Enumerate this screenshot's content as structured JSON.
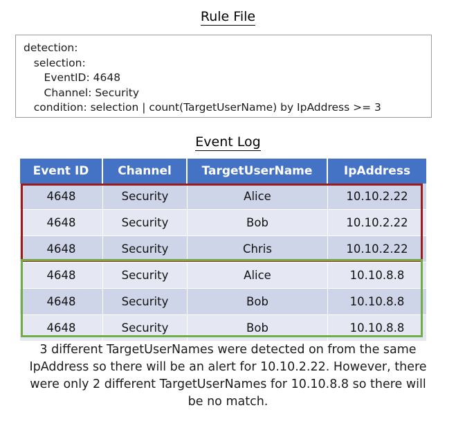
{
  "rule_section": {
    "title": "Rule File",
    "lines": [
      "detection:",
      "   selection:",
      "      EventID: 4648",
      "      Channel: Security",
      "   condition: selection | count(TargetUserName) by IpAddress >= 3"
    ]
  },
  "log_section": {
    "title": "Event Log",
    "columns": [
      "Event ID",
      "Channel",
      "TargetUserName",
      "IpAddress"
    ],
    "rows": [
      {
        "event_id": "4648",
        "channel": "Security",
        "target_user_name": "Alice",
        "ip_address": "10.10.2.22"
      },
      {
        "event_id": "4648",
        "channel": "Security",
        "target_user_name": "Bob",
        "ip_address": "10.10.2.22"
      },
      {
        "event_id": "4648",
        "channel": "Security",
        "target_user_name": "Chris",
        "ip_address": "10.10.2.22"
      },
      {
        "event_id": "4648",
        "channel": "Security",
        "target_user_name": "Alice",
        "ip_address": "10.10.8.8"
      },
      {
        "event_id": "4648",
        "channel": "Security",
        "target_user_name": "Bob",
        "ip_address": "10.10.8.8"
      },
      {
        "event_id": "4648",
        "channel": "Security",
        "target_user_name": "Bob",
        "ip_address": "10.10.8.8"
      }
    ],
    "highlights": [
      {
        "name": "match-group",
        "color": "#9E1B1B",
        "rows": [
          0,
          1,
          2
        ]
      },
      {
        "name": "no-match-group",
        "color": "#70AD47",
        "rows": [
          3,
          4,
          5
        ]
      }
    ]
  },
  "caption": {
    "text": "3 different TargetUserNames were detected on from the same IpAddress so there will be an alert for 10.10.2.22. However, there were only 2 different TargetUserNames for 10.10.8.8 so there will be no match."
  },
  "colors": {
    "header_blue": "#4472C4",
    "row_band_dark": "#CFD5E8",
    "row_band_light": "#E5E8F3",
    "highlight_red": "#9E1B1B",
    "highlight_green": "#70AD47",
    "box_border": "#9A9A9A"
  }
}
